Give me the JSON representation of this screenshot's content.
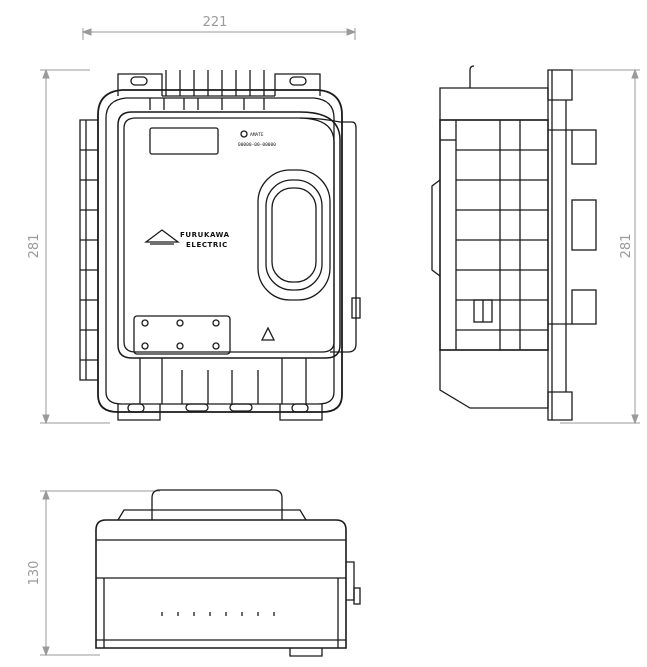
{
  "dimensions": {
    "front_width": "221",
    "front_height": "281",
    "side_height": "281",
    "bottom_height": "130"
  },
  "labels": {
    "brand_line1": "FURUKAWA",
    "brand_line2": "ELECTRIC",
    "badge_brand": "AMATE",
    "badge_code": "00000-00-00000"
  },
  "colors": {
    "line": "#1a1a1a",
    "dimension": "#9a9a9a",
    "background": "#ffffff"
  }
}
